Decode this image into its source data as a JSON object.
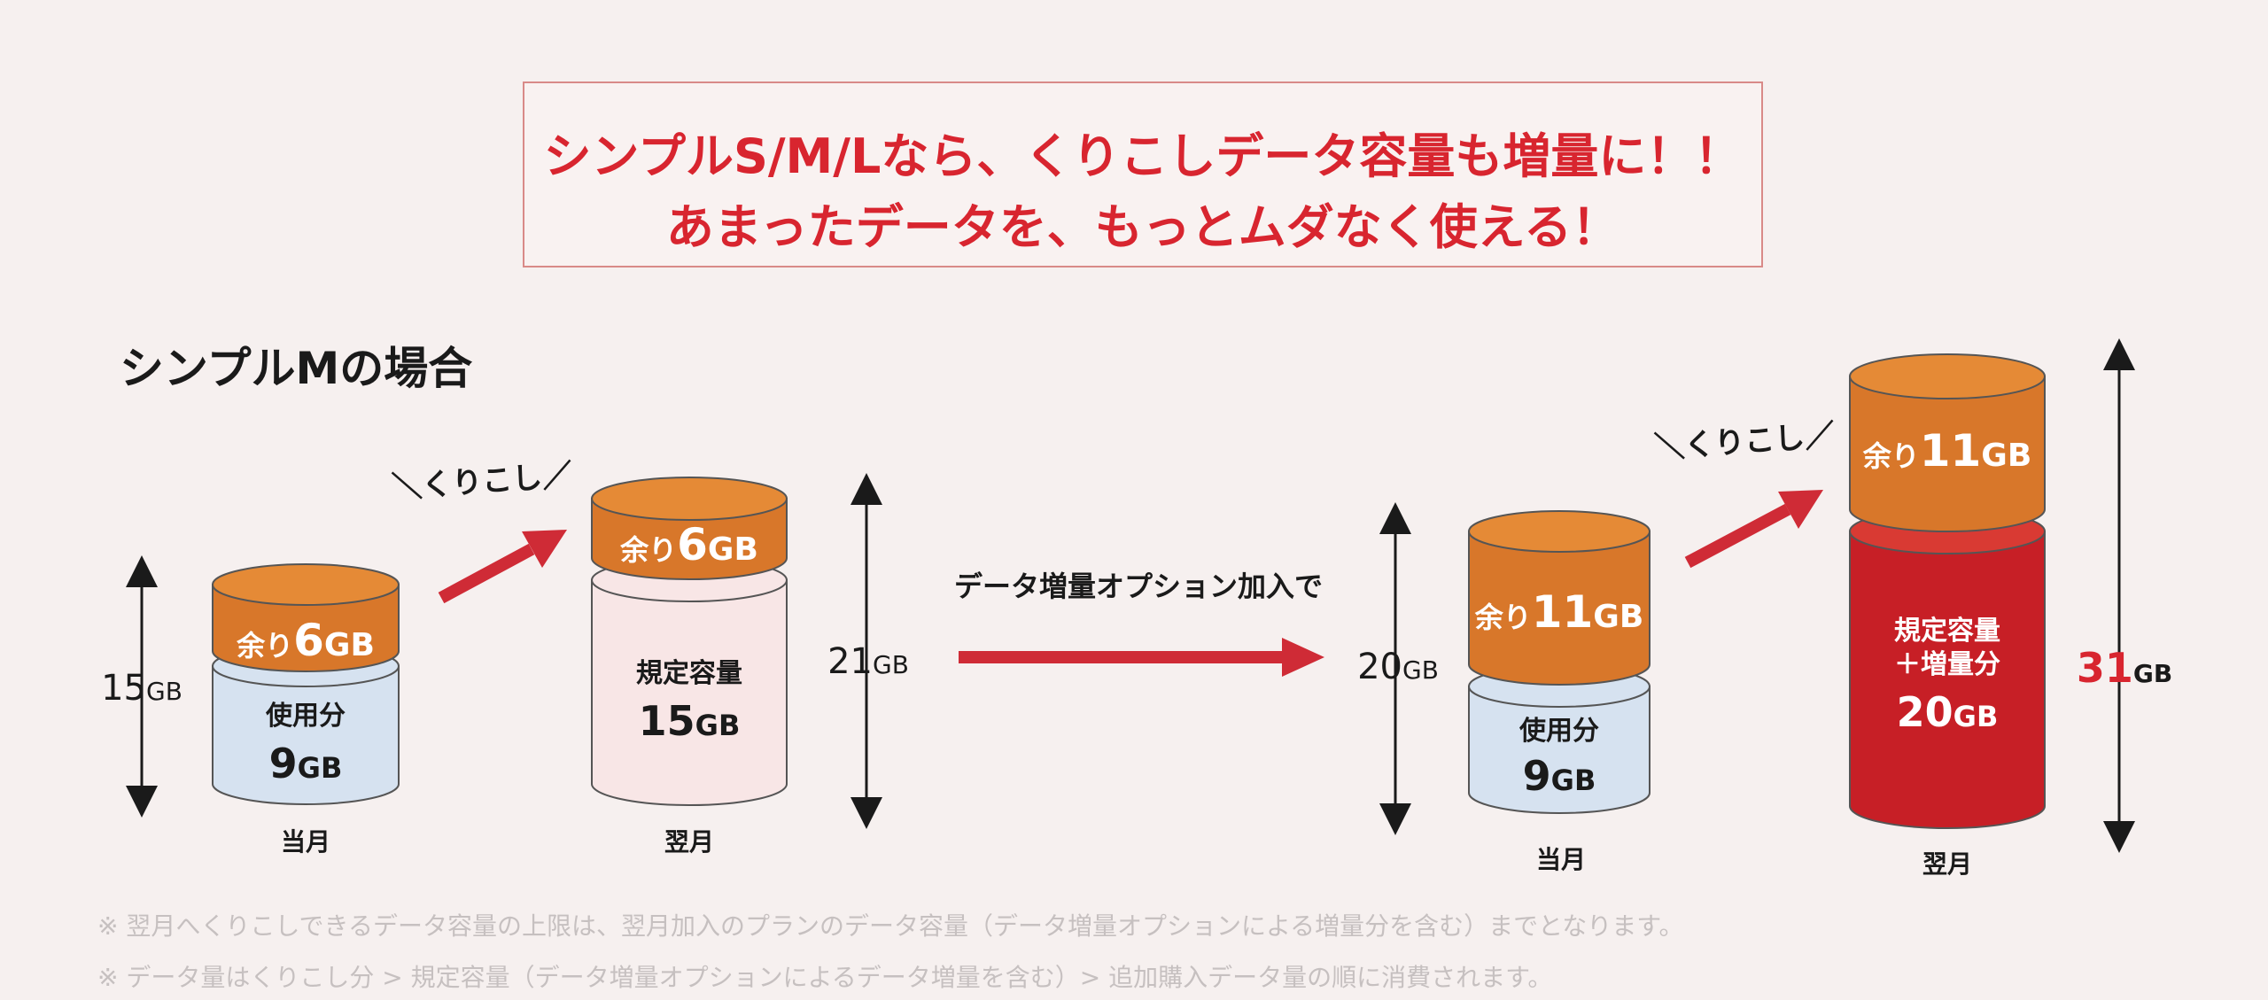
{
  "headline": {
    "line1": "シンプルS/M/Lなら、くりこしデータ容量も増量に！！",
    "line2": "あまったデータを、もっとムダなく使える！"
  },
  "section_title": "シンプルMの場合",
  "scenario_1": {
    "current_month": {
      "label": "当月",
      "total": {
        "num": "15",
        "unit": "GB"
      },
      "remaining": {
        "prefix": "余り",
        "num": "6",
        "unit": "GB"
      },
      "used": {
        "label": "使用分",
        "num": "9",
        "unit": "GB"
      }
    },
    "carryover_label": "＼くりこし／",
    "next_month": {
      "label": "翌月",
      "total": {
        "num": "21",
        "unit": "GB"
      },
      "remaining": {
        "prefix": "余り",
        "num": "6",
        "unit": "GB"
      },
      "base": {
        "label": "規定容量",
        "num": "15",
        "unit": "GB"
      }
    }
  },
  "option_arrow_label": "データ増量オプション加入で",
  "scenario_2": {
    "current_month": {
      "label": "当月",
      "total": {
        "num": "20",
        "unit": "GB"
      },
      "remaining": {
        "prefix": "余り",
        "num": "11",
        "unit": "GB"
      },
      "used": {
        "label": "使用分",
        "num": "9",
        "unit": "GB"
      }
    },
    "carryover_label": "＼くりこし／",
    "next_month": {
      "label": "翌月",
      "total": {
        "num": "31",
        "unit": "GB"
      },
      "remaining": {
        "prefix": "余り",
        "num": "11",
        "unit": "GB"
      },
      "base": {
        "label_line1": "規定容量",
        "label_line2": "＋増量分",
        "num": "20",
        "unit": "GB"
      }
    }
  },
  "footnotes": [
    "※ 翌月へくりこしできるデータ容量の上限は、翌月加入のプランのデータ容量（データ増量オプションによる増量分を含む）までとなります。",
    "※ データ量はくりこし分 > 規定容量（データ増量オプションによるデータ増量を含む）> 追加購入データ量の順に消費されます。"
  ],
  "colors": {
    "accent_red": "#d8252f",
    "arrow_red": "#cf2b36",
    "remaining_orange": "#d8772a",
    "used_blue": "#d6e2f0",
    "base_pink": "#f8e6e6",
    "boosted_red": "#c71f26"
  }
}
